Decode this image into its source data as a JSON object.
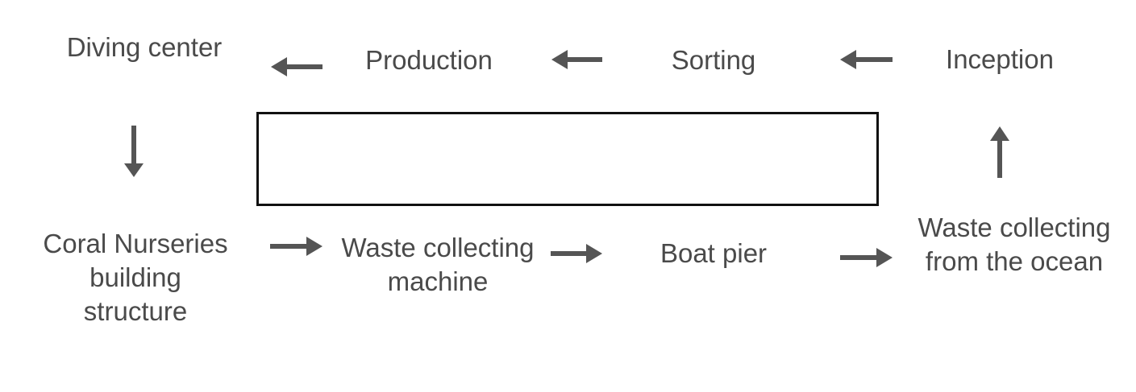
{
  "diagram": {
    "nodes": {
      "diving_center": [
        "Diving center"
      ],
      "production": [
        "Production"
      ],
      "sorting": [
        "Sorting"
      ],
      "inception": [
        "Inception"
      ],
      "coral_nurseries": [
        "Coral Nurseries",
        "building",
        "structure"
      ],
      "waste_machine": [
        "Waste collecting",
        "machine"
      ],
      "boat_pier": [
        "Boat pier"
      ],
      "waste_ocean": [
        "Waste collecting",
        "from the ocean"
      ]
    },
    "center_box_label": ""
  },
  "colors": {
    "text": "#4a4a4a",
    "arrow": "#555555",
    "box_border": "#111111"
  }
}
